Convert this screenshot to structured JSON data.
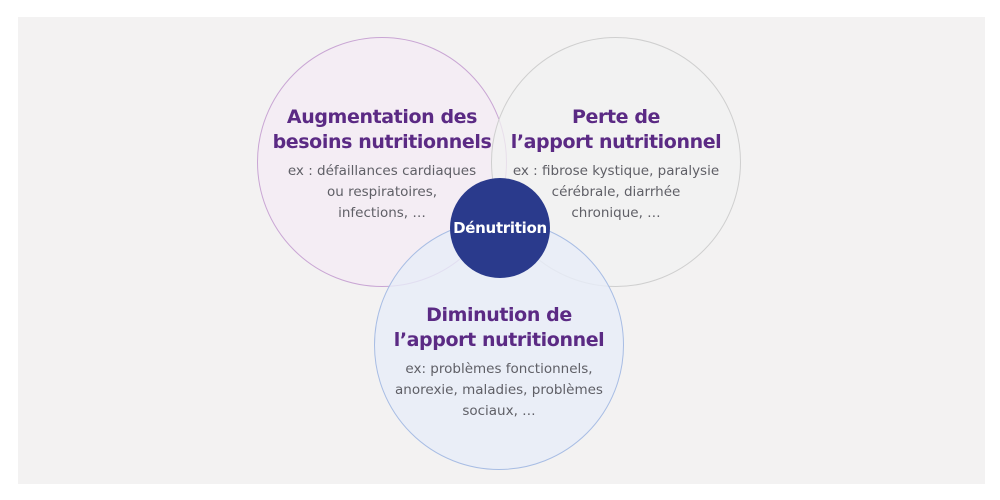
{
  "center": {
    "label": "Dénutrition"
  },
  "left": {
    "title_lines": [
      "Augmentation des",
      "besoins nutritionnels"
    ],
    "desc_lines": [
      "ex : défaillances cardiaques",
      "ou respiratoires,",
      "infections, …"
    ]
  },
  "right": {
    "title_lines": [
      "Perte de",
      "l’apport nutritionnel"
    ],
    "desc_lines": [
      "ex : fibrose kystique, paralysie",
      "cérébrale, diarrhée",
      "chronique, …"
    ]
  },
  "bottom": {
    "title_lines": [
      "Diminution de",
      "l’apport nutritionnel"
    ],
    "desc_lines": [
      "ex: problèmes fonctionnels,",
      "anorexie, maladies, problèmes",
      "sociaux, …"
    ]
  },
  "colors": {
    "title": "#5b2a84",
    "center_fill": "#2a3a8c",
    "left_stroke": "#c9a6d4",
    "bottom_stroke": "#a8bde4",
    "right_stroke": "#cfcfcf"
  }
}
